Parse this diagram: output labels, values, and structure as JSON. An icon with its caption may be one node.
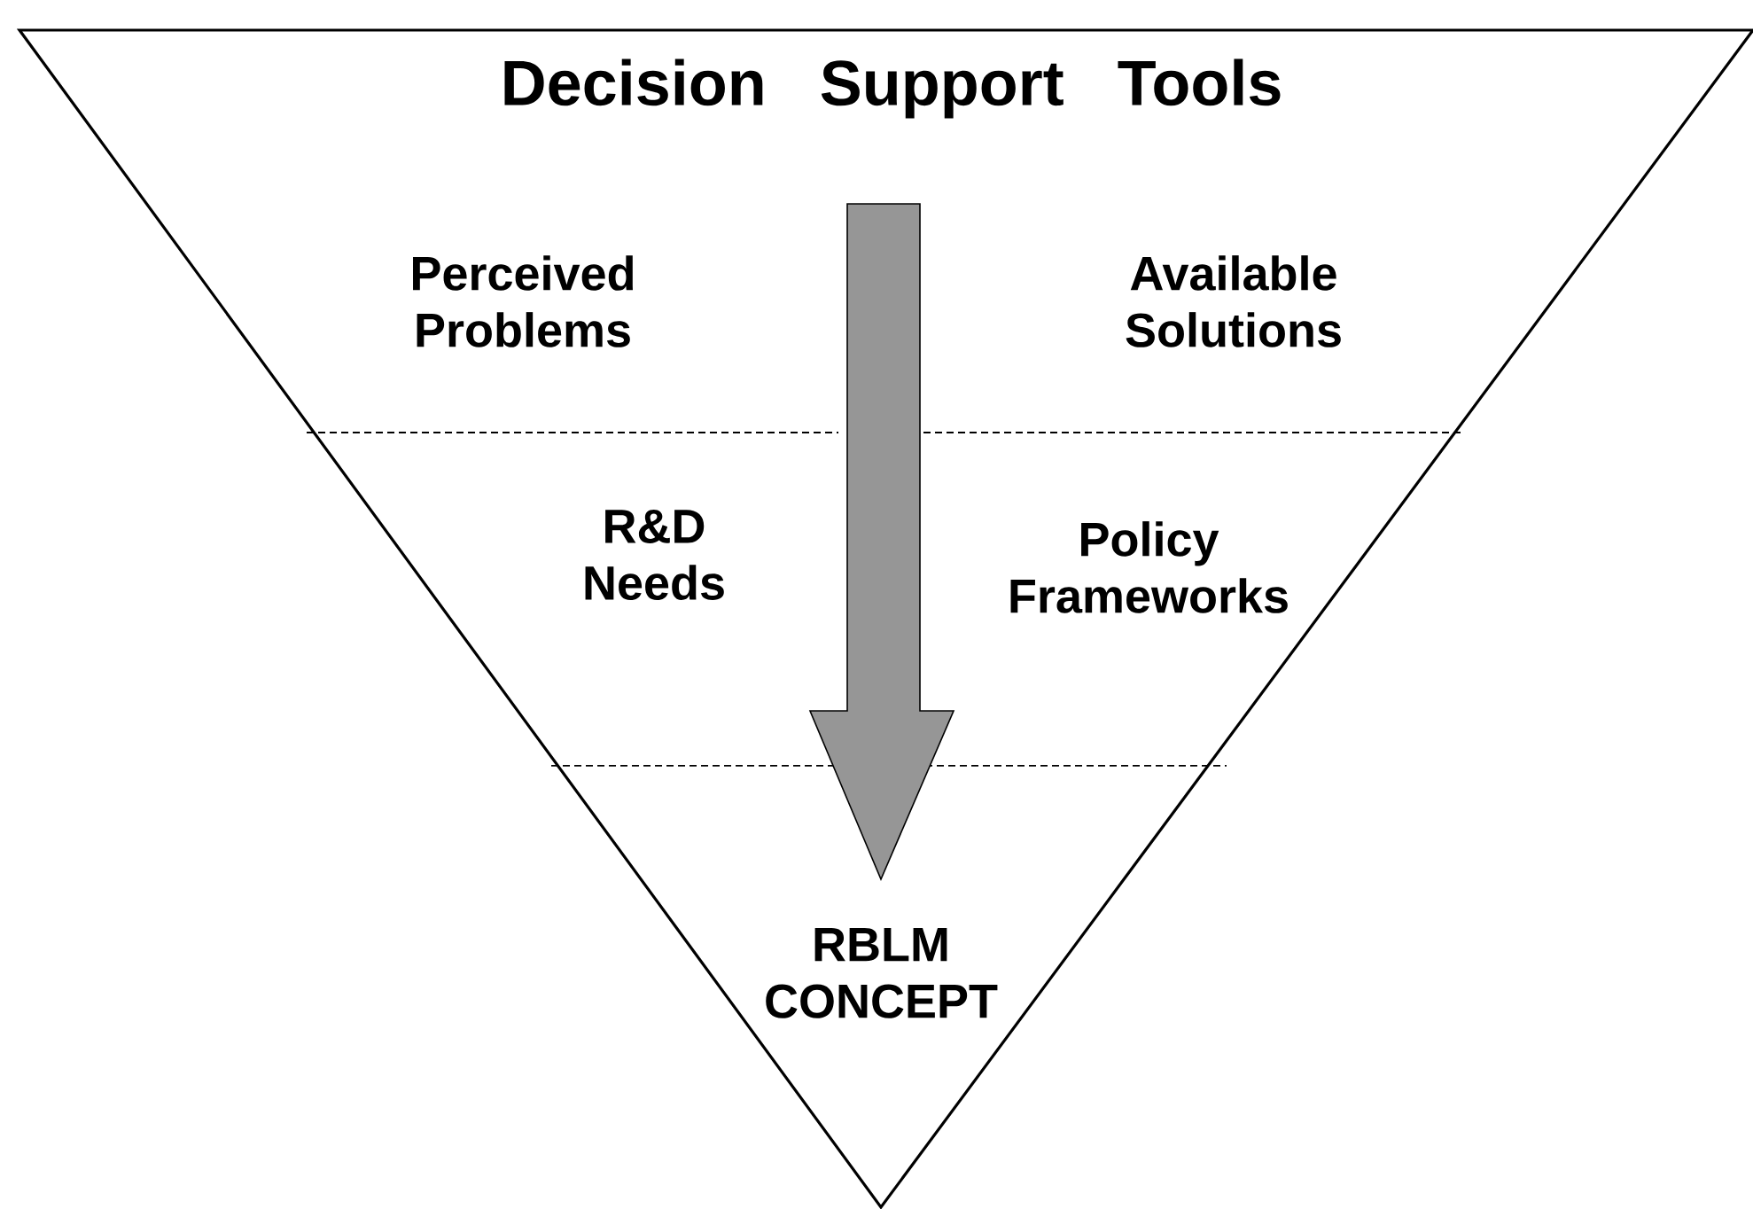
{
  "diagram": {
    "nodes": [
      {
        "text": [
          "Decision Support Tools"
        ]
      }
    ],
    "labels": [
      "Perceived Problems",
      "Available Solutions",
      "R&D Needs",
      "Policy Frameworks",
      "RBLM CONCEPT"
    ]
  }
}
